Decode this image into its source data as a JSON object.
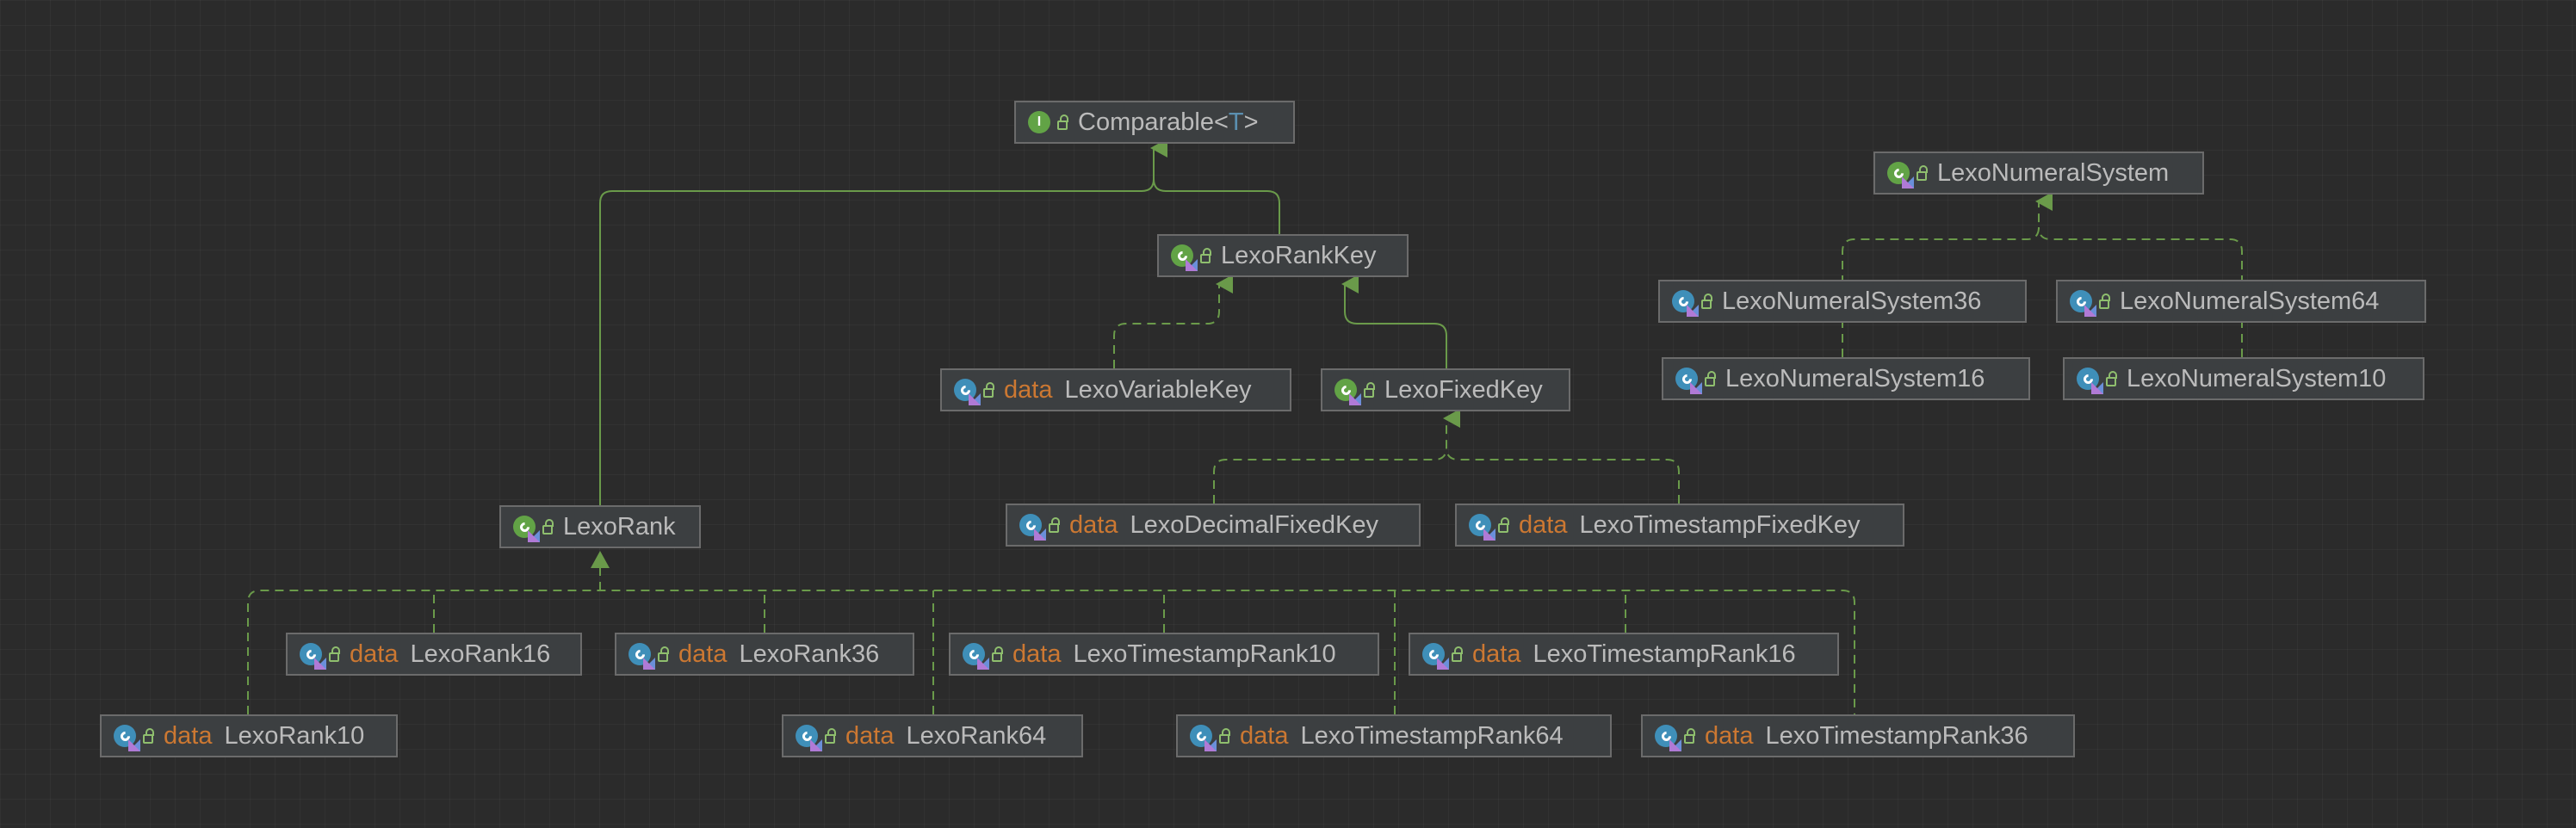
{
  "diagram": {
    "nodes": [
      {
        "id": "comparable",
        "name": "Comparable",
        "type_param": "T",
        "kind": "interface",
        "keyword": ""
      },
      {
        "id": "lexorankkey",
        "name": "LexoRankKey",
        "kind": "abstract",
        "keyword": ""
      },
      {
        "id": "lexovariablekey",
        "name": "LexoVariableKey",
        "kind": "class",
        "keyword": "data"
      },
      {
        "id": "lexofixedkey",
        "name": "LexoFixedKey",
        "kind": "abstract",
        "keyword": ""
      },
      {
        "id": "lexodecimalfixedkey",
        "name": "LexoDecimalFixedKey",
        "kind": "class",
        "keyword": "data"
      },
      {
        "id": "lexotimestampfixedkey",
        "name": "LexoTimestampFixedKey",
        "kind": "class",
        "keyword": "data"
      },
      {
        "id": "lexorank",
        "name": "LexoRank",
        "kind": "abstract",
        "keyword": ""
      },
      {
        "id": "lexorank16",
        "name": "LexoRank16",
        "kind": "class",
        "keyword": "data"
      },
      {
        "id": "lexorank36",
        "name": "LexoRank36",
        "kind": "class",
        "keyword": "data"
      },
      {
        "id": "lexotimestamprank10",
        "name": "LexoTimestampRank10",
        "kind": "class",
        "keyword": "data"
      },
      {
        "id": "lexotimestamprank16",
        "name": "LexoTimestampRank16",
        "kind": "class",
        "keyword": "data"
      },
      {
        "id": "lexorank10",
        "name": "LexoRank10",
        "kind": "class",
        "keyword": "data"
      },
      {
        "id": "lexorank64",
        "name": "LexoRank64",
        "kind": "class",
        "keyword": "data"
      },
      {
        "id": "lexotimestamprank64",
        "name": "LexoTimestampRank64",
        "kind": "class",
        "keyword": "data"
      },
      {
        "id": "lexotimestamprank36",
        "name": "LexoTimestampRank36",
        "kind": "class",
        "keyword": "data"
      },
      {
        "id": "lexonumeralsystem",
        "name": "LexoNumeralSystem",
        "kind": "abstract",
        "keyword": ""
      },
      {
        "id": "lexonumeralsystem36",
        "name": "LexoNumeralSystem36",
        "kind": "class",
        "keyword": ""
      },
      {
        "id": "lexonumeralsystem64",
        "name": "LexoNumeralSystem64",
        "kind": "class",
        "keyword": ""
      },
      {
        "id": "lexonumeralsystem16",
        "name": "LexoNumeralSystem16",
        "kind": "class",
        "keyword": ""
      },
      {
        "id": "lexonumeralsystem10",
        "name": "LexoNumeralSystem10",
        "kind": "class",
        "keyword": ""
      }
    ],
    "edges": [
      {
        "from": "lexorank",
        "to": "comparable",
        "style": "solid"
      },
      {
        "from": "lexorankkey",
        "to": "comparable",
        "style": "solid"
      },
      {
        "from": "lexovariablekey",
        "to": "lexorankkey",
        "style": "dashed"
      },
      {
        "from": "lexofixedkey",
        "to": "lexorankkey",
        "style": "solid"
      },
      {
        "from": "lexodecimalfixedkey",
        "to": "lexofixedkey",
        "style": "dashed"
      },
      {
        "from": "lexotimestampfixedkey",
        "to": "lexofixedkey",
        "style": "dashed"
      },
      {
        "from": "lexorank10",
        "to": "lexorank",
        "style": "dashed"
      },
      {
        "from": "lexorank16",
        "to": "lexorank",
        "style": "dashed"
      },
      {
        "from": "lexorank36",
        "to": "lexorank",
        "style": "dashed"
      },
      {
        "from": "lexorank64",
        "to": "lexorank",
        "style": "dashed"
      },
      {
        "from": "lexotimestamprank10",
        "to": "lexorank",
        "style": "dashed"
      },
      {
        "from": "lexotimestamprank64",
        "to": "lexorank",
        "style": "dashed"
      },
      {
        "from": "lexotimestamprank16",
        "to": "lexorank",
        "style": "dashed"
      },
      {
        "from": "lexotimestamprank36",
        "to": "lexorank",
        "style": "dashed"
      },
      {
        "from": "lexonumeralsystem36",
        "to": "lexonumeralsystem",
        "style": "dashed"
      },
      {
        "from": "lexonumeralsystem16",
        "to": "lexonumeralsystem",
        "style": "dashed"
      },
      {
        "from": "lexonumeralsystem64",
        "to": "lexonumeralsystem",
        "style": "dashed"
      },
      {
        "from": "lexonumeralsystem10",
        "to": "lexonumeralsystem",
        "style": "dashed"
      }
    ],
    "colors": {
      "background": "#2b2b2b",
      "edge": "#6a9a4a",
      "keyword": "#cc7832",
      "name": "#bbbbbb",
      "node_bg": "#3c3f41",
      "node_border": "#6b6b6b"
    }
  }
}
